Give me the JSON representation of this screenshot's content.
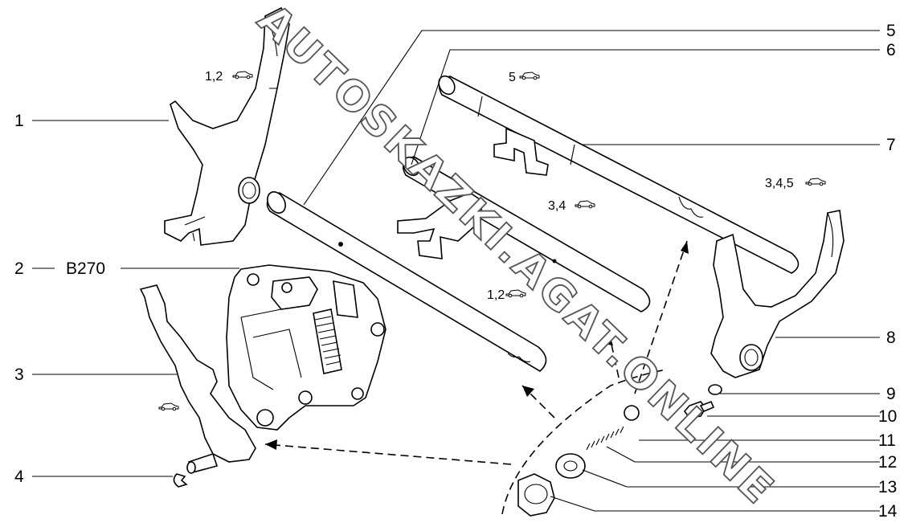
{
  "callouts": [
    {
      "num": "1"
    },
    {
      "num": "2",
      "code": "B270"
    },
    {
      "num": "3"
    },
    {
      "num": "4"
    },
    {
      "num": "5"
    },
    {
      "num": "6"
    },
    {
      "num": "7"
    },
    {
      "num": "8"
    },
    {
      "num": "9"
    },
    {
      "num": "10"
    },
    {
      "num": "11"
    },
    {
      "num": "12"
    },
    {
      "num": "13"
    },
    {
      "num": "14"
    }
  ],
  "applicability": [
    {
      "text": "1,2",
      "icon": "car-icon"
    },
    {
      "text": "5",
      "icon": "car-icon"
    },
    {
      "text": "3,4",
      "icon": "car-icon"
    },
    {
      "text": "3,4,5",
      "icon": "car-icon"
    },
    {
      "text": "1,2",
      "icon": "car-icon"
    },
    {
      "text": "",
      "icon": "car-icon"
    }
  ],
  "watermark": "AUTOSKAZKI.AGAT.ONLINE",
  "colors": {
    "line": "#000000",
    "background": "#ffffff",
    "watermark_stroke": "#555555"
  }
}
